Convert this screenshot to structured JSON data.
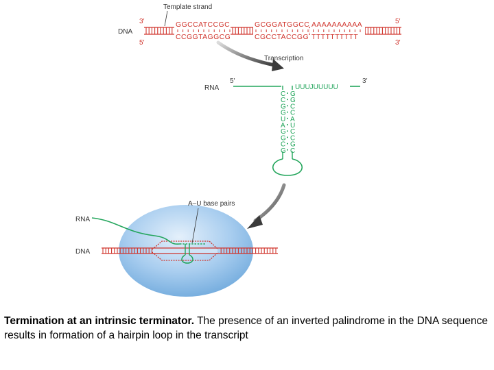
{
  "caption": {
    "bold": "Termination at an intrinsic terminator.",
    "text": " The presence of an inverted palindrome in the DNA sequence results in formation of a hairpin loop in the transcript"
  },
  "top_panel": {
    "template_label": "Template strand",
    "dna_label": "DNA",
    "prime_3_top": "3′",
    "prime_5_top_right": "5′",
    "prime_5_bottom_left": "5′",
    "prime_3_bottom_right": "3′",
    "seq_top_1": "GGCCATCCGC",
    "seq_top_2": "GCGGATGGCC",
    "seq_top_3": "AAAAAAAAAA",
    "seq_bot_1": "CCGGTAGGCG",
    "seq_bot_2": "CGCCTACCGG",
    "seq_bot_3": "TTTTTTTTTT",
    "arrow_label": "Transcription"
  },
  "middle_panel": {
    "rna_label": "RNA",
    "prime_5": "5′",
    "prime_3": "3′",
    "tail": "UUUJUUUUU",
    "stem_left": [
      "C",
      "C",
      "G",
      "G",
      "U",
      "A",
      "G",
      "G",
      "C",
      "G"
    ],
    "stem_right": [
      "G",
      "G",
      "C",
      "C",
      "A",
      "U",
      "C",
      "C",
      "G",
      "C"
    ]
  },
  "bottom_panel": {
    "pairs_label": "A–U base pairs",
    "rna_label": "RNA",
    "dna_label": "DNA"
  },
  "colors": {
    "dna": "#d0342c",
    "rna": "#22a55b",
    "arrow": "#555555",
    "polymerase": "#6fa9dc"
  }
}
